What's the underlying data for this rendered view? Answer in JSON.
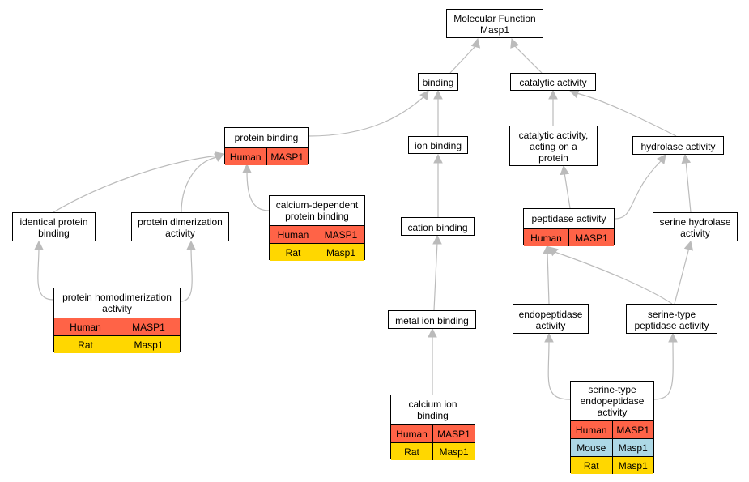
{
  "nodes": {
    "root": {
      "label": "Molecular Function\nMasp1"
    },
    "binding": {
      "label": "binding"
    },
    "catalytic": {
      "label": "catalytic activity"
    },
    "protein_binding": {
      "label": "protein binding",
      "rows": [
        [
          "Human",
          "MASP1"
        ]
      ]
    },
    "ion_binding": {
      "label": "ion binding"
    },
    "cat_protein": {
      "label": "catalytic activity,\nacting on a\nprotein"
    },
    "hydrolase": {
      "label": "hydrolase activity"
    },
    "identical": {
      "label": "identical protein\nbinding"
    },
    "dimerization": {
      "label": "protein dimerization\nactivity"
    },
    "calcium_dep": {
      "label": "calcium-dependent\nprotein binding",
      "rows": [
        [
          "Human",
          "MASP1"
        ],
        [
          "Rat",
          "Masp1"
        ]
      ]
    },
    "cation": {
      "label": "cation binding"
    },
    "peptidase": {
      "label": "peptidase activity",
      "rows": [
        [
          "Human",
          "MASP1"
        ]
      ]
    },
    "serine_hydrolase": {
      "label": "serine hydrolase\nactivity"
    },
    "homodimer": {
      "label": "protein homodimerization\nactivity",
      "rows": [
        [
          "Human",
          "MASP1"
        ],
        [
          "Rat",
          "Masp1"
        ]
      ]
    },
    "metal_ion": {
      "label": "metal ion binding"
    },
    "endopeptidase": {
      "label": "endopeptidase\nactivity"
    },
    "serine_peptidase": {
      "label": "serine-type\npeptidase activity"
    },
    "calcium_ion": {
      "label": "calcium ion\nbinding",
      "rows": [
        [
          "Human",
          "MASP1"
        ],
        [
          "Rat",
          "Masp1"
        ]
      ]
    },
    "serine_endo": {
      "label": "serine-type\nendopeptidase\nactivity",
      "rows": [
        [
          "Human",
          "MASP1"
        ],
        [
          "Mouse",
          "Masp1"
        ],
        [
          "Rat",
          "Masp1"
        ]
      ]
    }
  },
  "colors": {
    "Human": "#ff6347",
    "Rat": "#ffd700",
    "Mouse": "#add8e6",
    "edge": "#bbbbbb"
  }
}
